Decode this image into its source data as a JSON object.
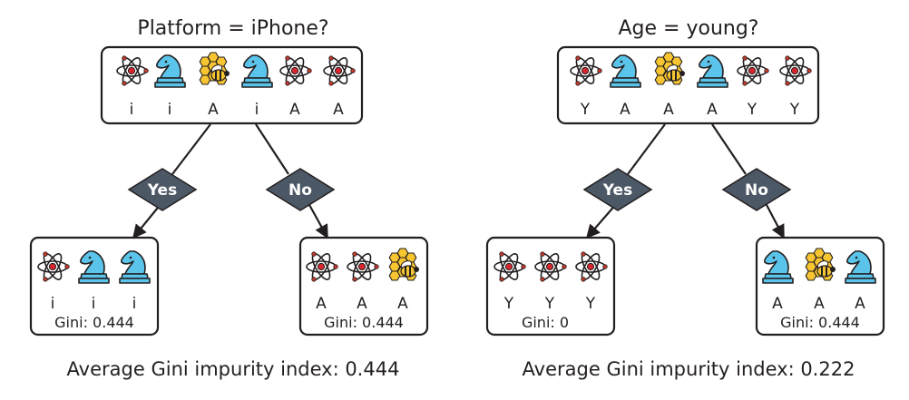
{
  "icons": {
    "atom": "atom-icon",
    "knight": "chess-knight-icon",
    "bee": "bee-honeycomb-icon"
  },
  "colors": {
    "knight": "#5bc4ea",
    "honeycomb": "#f6c531",
    "diamond": "#4d5866",
    "atom_nucleus": "#d9262e"
  },
  "trees": [
    {
      "question": "Platform = iPhone?",
      "root": {
        "items": [
          {
            "icon": "atom",
            "label": "i"
          },
          {
            "icon": "knight",
            "label": "i"
          },
          {
            "icon": "bee",
            "label": "A"
          },
          {
            "icon": "knight",
            "label": "i"
          },
          {
            "icon": "atom",
            "label": "A"
          },
          {
            "icon": "atom",
            "label": "A"
          }
        ]
      },
      "yes_label": "Yes",
      "no_label": "No",
      "left": {
        "items": [
          {
            "icon": "atom",
            "label": "i"
          },
          {
            "icon": "knight",
            "label": "i"
          },
          {
            "icon": "knight",
            "label": "i"
          }
        ],
        "gini": "Gini: 0.444"
      },
      "right": {
        "items": [
          {
            "icon": "atom",
            "label": "A"
          },
          {
            "icon": "atom",
            "label": "A"
          },
          {
            "icon": "bee",
            "label": "A"
          }
        ],
        "gini": "Gini: 0.444"
      },
      "average": "Average Gini impurity index: 0.444"
    },
    {
      "question": "Age = young?",
      "root": {
        "items": [
          {
            "icon": "atom",
            "label": "Y"
          },
          {
            "icon": "knight",
            "label": "A"
          },
          {
            "icon": "bee",
            "label": "A"
          },
          {
            "icon": "knight",
            "label": "A"
          },
          {
            "icon": "atom",
            "label": "Y"
          },
          {
            "icon": "atom",
            "label": "Y"
          }
        ]
      },
      "yes_label": "Yes",
      "no_label": "No",
      "left": {
        "items": [
          {
            "icon": "atom",
            "label": "Y"
          },
          {
            "icon": "atom",
            "label": "Y"
          },
          {
            "icon": "atom",
            "label": "Y"
          }
        ],
        "gini": "Gini: 0"
      },
      "right": {
        "items": [
          {
            "icon": "knight",
            "label": "A"
          },
          {
            "icon": "bee",
            "label": "A"
          },
          {
            "icon": "knight",
            "label": "A"
          }
        ],
        "gini": "Gini: 0.444"
      },
      "average": "Average Gini impurity index: 0.222"
    }
  ]
}
